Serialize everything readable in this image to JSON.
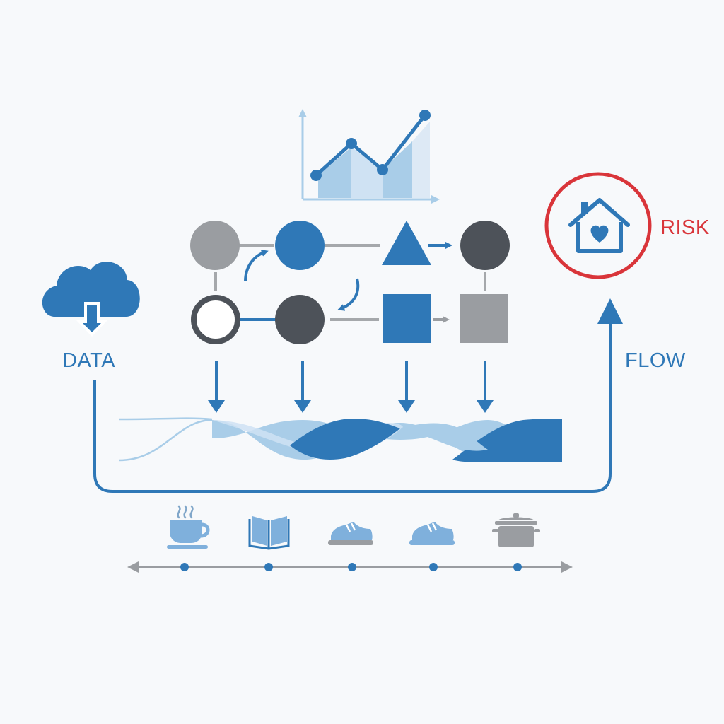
{
  "labels": {
    "data": "DATA",
    "flow": "FLOW",
    "risk": "RISK"
  },
  "colors": {
    "background": "#f7f9fb",
    "primary_blue": "#2f78b7",
    "light_blue": "#a9cde8",
    "pale_blue": "#cfe2f3",
    "dark_gray": "#4d5259",
    "mid_gray": "#9a9da1",
    "connector_gray": "#a5a8ab",
    "risk_red": "#d9353a"
  },
  "icons": {
    "source": "cloud-download-icon",
    "trend": "line-area-chart-icon",
    "risk": "house-heart-icon",
    "timeline": [
      "coffee-cup-icon",
      "open-book-icon",
      "sneaker-icon",
      "sneaker-icon",
      "cooking-pot-icon"
    ]
  }
}
